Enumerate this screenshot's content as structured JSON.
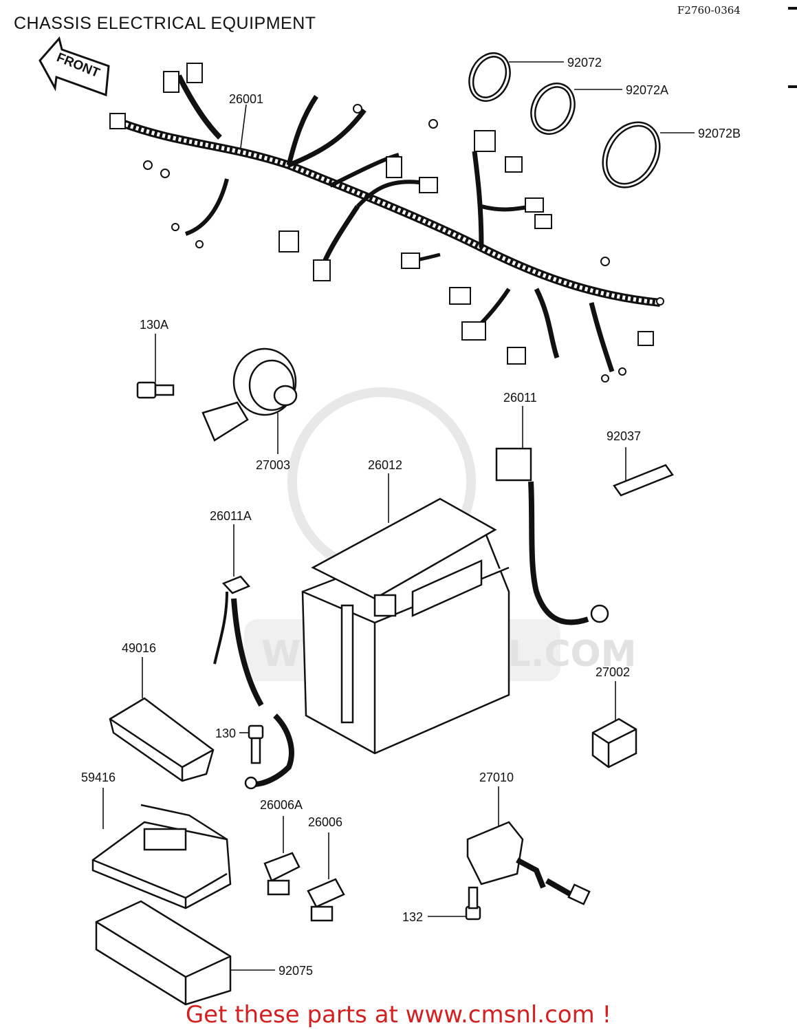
{
  "page": {
    "title": "CHASSIS ELECTRICAL EQUIPMENT",
    "figure_code": "F2760-0364",
    "footer": "Get these parts at www.cmsnl.com !",
    "watermark": "WWW.CMSNL.COM"
  },
  "direction_arrow": {
    "label": "FRONT"
  },
  "parts": {
    "p26001": "26001",
    "p92072": "92072",
    "p92072A": "92072A",
    "p92072B": "92072B",
    "p130A": "130A",
    "p27003": "27003",
    "p26011": "26011",
    "p92037": "92037",
    "p26012": "26012",
    "p26011A": "26011A",
    "p49016": "49016",
    "p27002": "27002",
    "p130": "130",
    "p59416": "59416",
    "p27010": "27010",
    "p26006A": "26006A",
    "p26006": "26006",
    "p132": "132",
    "p92075": "92075"
  },
  "colors": {
    "footer": "#d42020",
    "line": "#111111",
    "watermark": "#e2e2e2"
  }
}
